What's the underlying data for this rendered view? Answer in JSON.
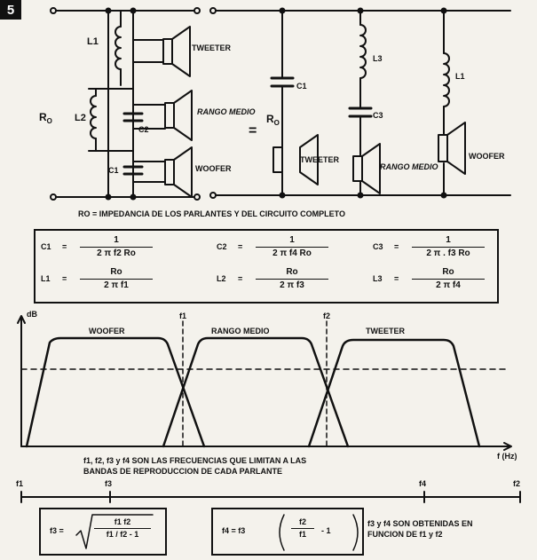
{
  "figure_number": "5",
  "circuit_left": {
    "labels": {
      "l1": "L1",
      "l2": "L2",
      "c2": "C2",
      "c1": "C1",
      "ro": "R",
      "ro_sub": "O"
    },
    "speakers": {
      "tweeter": "TWEETER",
      "midrange": "RANGO MEDIO",
      "woofer": "WOOFER"
    }
  },
  "equals_sign": "=",
  "circuit_right": {
    "labels": {
      "c1": "C1",
      "l3": "L3",
      "c3": "C3",
      "l1": "L1",
      "ro": "R",
      "ro_sub": "O"
    },
    "speakers": {
      "tweeter": "TWEETER",
      "midrange": "RANGO MEDIO",
      "woofer": "WOOFER"
    }
  },
  "ro_caption": "RO = IMPEDANCIA DE LOS PARLANTES Y DEL CIRCUITO COMPLETO",
  "formulas": [
    {
      "name": "C1",
      "eq": "=",
      "num": "1",
      "den": "2 π f2 Ro"
    },
    {
      "name": "C2",
      "eq": "=",
      "num": "1",
      "den": "2 π f4 Ro"
    },
    {
      "name": "C3",
      "eq": "=",
      "num": "1",
      "den": "2 π . f3 Ro"
    },
    {
      "name": "L1",
      "eq": "=",
      "num": "Ro",
      "den": "2 π f1"
    },
    {
      "name": "L2",
      "eq": "=",
      "num": "Ro",
      "den": "2 π f3"
    },
    {
      "name": "L3",
      "eq": "=",
      "num": "Ro",
      "den": "2 π f4"
    }
  ],
  "response": {
    "y_label": "dB",
    "x_label": "f (Hz)",
    "markers": {
      "f1": "f1",
      "f2": "f2"
    },
    "bands": {
      "woofer": "WOOFER",
      "midrange": "RANGO MEDIO",
      "tweeter": "TWEETER"
    },
    "caption_line1": "f1, f2, f3 y f4 SON LAS FRECUENCIAS QUE LIMITAN A LAS",
    "caption_line2": "BANDAS DE REPRODUCCION DE CADA PARLANTE"
  },
  "freq_axis": {
    "f1": "f1",
    "f3": "f3",
    "f4": "f4",
    "f2": "f2"
  },
  "f3_formula": {
    "lhs": "f3 =",
    "num": "f1   f2",
    "den": "f1 / f2 - 1"
  },
  "f4_formula": {
    "lhs": "f4 =  f3",
    "num": "f2",
    "den": "f1",
    "tail": "- 1"
  },
  "note_line1": "f3 y f4 SON OBTENIDAS EN",
  "note_line2": "FUNCION DE f1 y f2"
}
